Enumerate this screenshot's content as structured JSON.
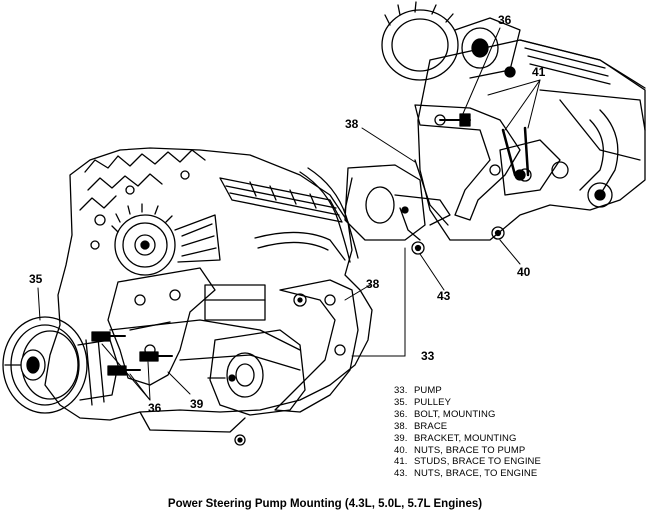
{
  "callouts": {
    "c36_top": "36",
    "c41": "41",
    "c38_top": "38",
    "c40": "40",
    "c43": "43",
    "c35": "35",
    "c38_mid": "38",
    "c33": "33",
    "c36_bottom": "36",
    "c39": "39"
  },
  "legend": [
    {
      "num": "33.",
      "text": "PUMP"
    },
    {
      "num": "35.",
      "text": "PULLEY"
    },
    {
      "num": "36.",
      "text": "BOLT, MOUNTING"
    },
    {
      "num": "38.",
      "text": "BRACE"
    },
    {
      "num": "39.",
      "text": "BRACKET, MOUNTING"
    },
    {
      "num": "40.",
      "text": "NUTS, BRACE TO PUMP"
    },
    {
      "num": "41.",
      "text": "STUDS, BRACE TO ENGINE"
    },
    {
      "num": "43.",
      "text": "NUTS, BRACE, TO ENGINE"
    }
  ],
  "caption": "Power Steering Pump Mounting  (4.3L, 5.0L, 5.7L Engines)"
}
